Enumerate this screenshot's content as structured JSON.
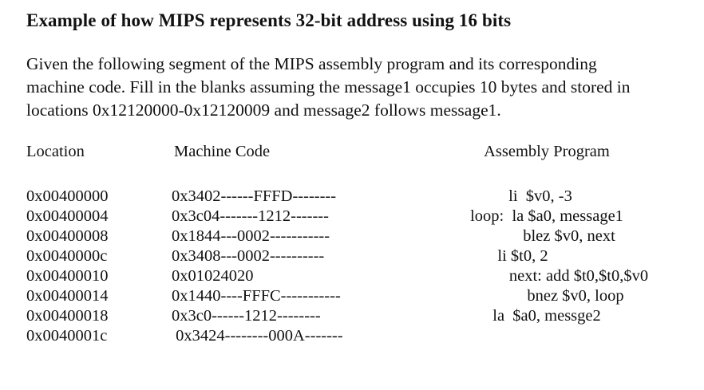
{
  "document": {
    "title": "Example of  how MIPS represents 32-bit address using 16 bits",
    "intro": {
      "line1": "Given the following segment of the MIPS assembly program and its corresponding",
      "line2": "machine code. Fill in the blanks assuming the message1 occupies 10 bytes and stored in",
      "line3": "locations 0x12120000-0x12120009 and message2 follows message1."
    },
    "table": {
      "headers": {
        "location": "Location",
        "machine_code": "Machine Code",
        "assembly_program": "Assembly Program"
      },
      "rows": [
        {
          "location": "0x00400000",
          "machine_code": "0x3402------FFFD--------",
          "assembly": "li  $v0, -3"
        },
        {
          "location": "0x00400004",
          "machine_code": "0x3c04-------1212-------",
          "assembly": "loop:  la $a0, message1"
        },
        {
          "location": "0x00400008",
          "machine_code": "0x1844---0002-----------",
          "assembly": "blez $v0, next"
        },
        {
          "location": "0x0040000c",
          "machine_code": "0x3408---0002----------",
          "assembly": "li $t0, 2"
        },
        {
          "location": "0x00400010",
          "machine_code": "0x01024020",
          "assembly": "next: add $t0,$t0,$v0"
        },
        {
          "location": "0x00400014",
          "machine_code": "0x1440----FFFC-----------",
          "assembly": "bnez $v0, loop"
        },
        {
          "location": "0x00400018",
          "machine_code": "0x3c0------1212--------",
          "assembly": "la  $a0, messge2"
        },
        {
          "location": "0x0040001c",
          "machine_code": " 0x3424--------000A-------",
          "assembly": ""
        }
      ]
    },
    "colors": {
      "background": "#ffffff",
      "text": "#111111"
    }
  }
}
